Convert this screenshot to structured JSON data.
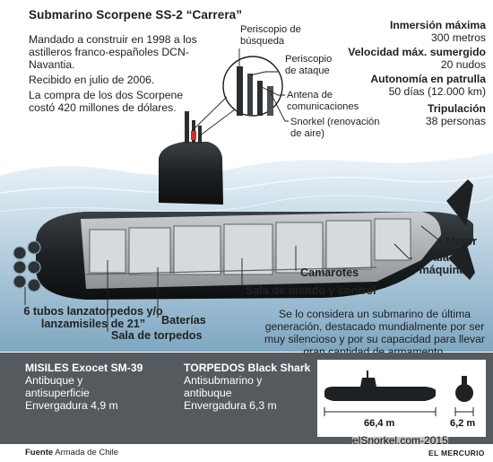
{
  "title": "Submarino Scorpene SS-2 “Carrera”",
  "intro": [
    "Mandado a construir en 1998 a los astilleros franco-españoles DCN-Navantia.",
    "Recibido en julio de 2006.",
    "La compra de los dos Scorpene costó 420 millones de dólares."
  ],
  "specs": [
    {
      "label": "Inmersión máxima",
      "value": "300 metros"
    },
    {
      "label": "Velocidad máx. sumergido",
      "value": "20 nudos"
    },
    {
      "label": "Autonomía en patrulla",
      "value": "50 días (12.000 km)"
    },
    {
      "label": "Tripulación",
      "value": "38 personas"
    }
  ],
  "callouts": {
    "periscopio_busqueda": "Periscopio de búsqueda",
    "periscopio_ataque": "Periscopio de ataque",
    "antena": "Antena de comunicaciones",
    "snorkel": "Snorkel (renovación de aire)"
  },
  "labels": {
    "motor": "Motor",
    "sala_maquinas": "Sala de máquinas",
    "camarotes": "Camarotes",
    "sala_mando": "Sala de mando y control",
    "baterias": "Baterías",
    "sala_torpedos": "Sala de torpedos",
    "tubos": "6 tubos lanzatorpedos y/o lanzamisiles de 21”"
  },
  "note": "Se lo considera un submarino de última generación, destacado mundialmente por ser muy silencioso y por su capacidad para llevar gran cantidad de armamento.",
  "armament": [
    {
      "heading": "MISILES Exocet SM-39",
      "lines": [
        "Antibuque y",
        "antisuperficie",
        "Envergadura 4,9 m"
      ]
    },
    {
      "heading": "TORPEDOS Black Shark",
      "lines": [
        "Antisubmarino y",
        "antibuque",
        "Envergadura 6,3 m"
      ]
    }
  ],
  "dimensions": {
    "length": "66,4 m",
    "diameter": "6,2 m"
  },
  "footer": {
    "source_label": "Fuente",
    "source": "Armada de Chile",
    "watermark": "elSnorkel.com-2015",
    "publisher": "EL MERCURIO"
  },
  "colors": {
    "panel": "#555a5e",
    "sea_light": "#d8e8f0",
    "sea_dark": "#7ea7c1",
    "hull": "#1d2124"
  }
}
